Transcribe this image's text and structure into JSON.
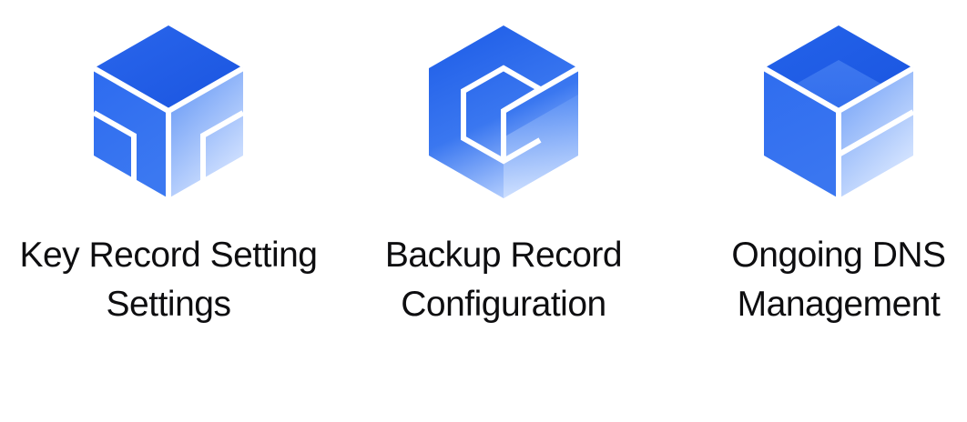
{
  "colors": {
    "cube_dark": "#1f5ee8",
    "cube_mid": "#4d86f2",
    "cube_light": "#cfe0ff",
    "line": "#ffffff",
    "text": "#0e0e10"
  },
  "items": [
    {
      "icon": "cube-t-icon",
      "label_line_1": "Key Record Setting",
      "label_line_2": "Settings"
    },
    {
      "icon": "cube-c-icon",
      "label_line_1": "Backup Record",
      "label_line_2": "Configuration"
    },
    {
      "icon": "cube-e-icon",
      "label_line_1": "Ongoing DNS",
      "label_line_2": "Management"
    }
  ]
}
